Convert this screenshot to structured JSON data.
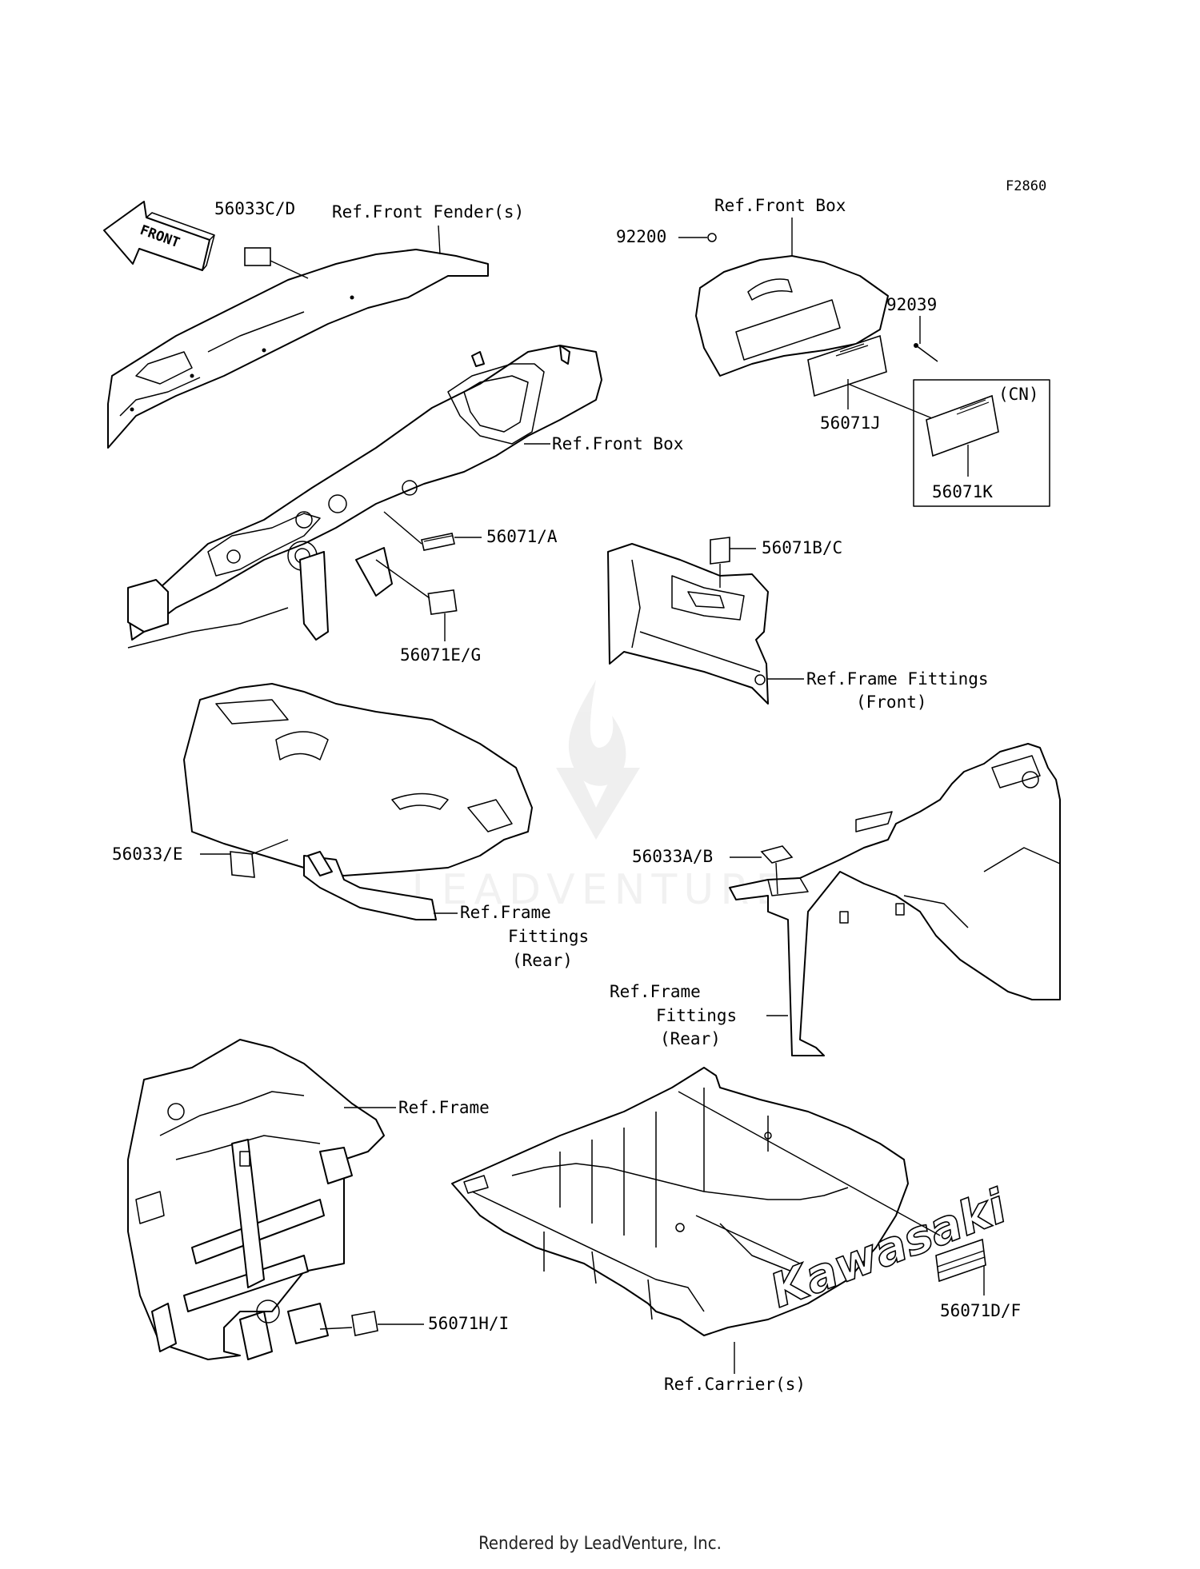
{
  "diagram_code": "F2860",
  "watermark": "LEADVENTURE",
  "front_arrow": "FRONT",
  "brand_text": "Kawasaki",
  "labels": {
    "p56033CD": "56033C/D",
    "refFrontFender": "Ref.Front Fender(s)",
    "refFrontBoxTop": "Ref.Front Box",
    "p92200": "92200",
    "p92039": "92039",
    "p56071J": "56071J",
    "cn": "(CN)",
    "p56071K": "56071K",
    "refFrontBoxMid": "Ref.Front Box",
    "p56071A": "56071/A",
    "p56071EG": "56071E/G",
    "p56071BC": "56071B/C",
    "refFrameFittingsFront1": "Ref.Frame Fittings",
    "refFrameFittingsFront2": "(Front)",
    "p56033E": "56033/E",
    "refFrameFittingsRearL1": "Ref.Frame",
    "refFrameFittingsRearL2": "Fittings",
    "refFrameFittingsRearL3": "(Rear)",
    "p56033AB": "56033A/B",
    "refFrameFittingsRearR1": "Ref.Frame",
    "refFrameFittingsRearR2": "Fittings",
    "refFrameFittingsRearR3": "(Rear)",
    "refFrame": "Ref.Frame",
    "p56071HI": "56071H/I",
    "p56071DF": "56071D/F",
    "refCarrier": "Ref.Carrier(s)"
  },
  "footer": "Rendered by LeadVenture, Inc."
}
